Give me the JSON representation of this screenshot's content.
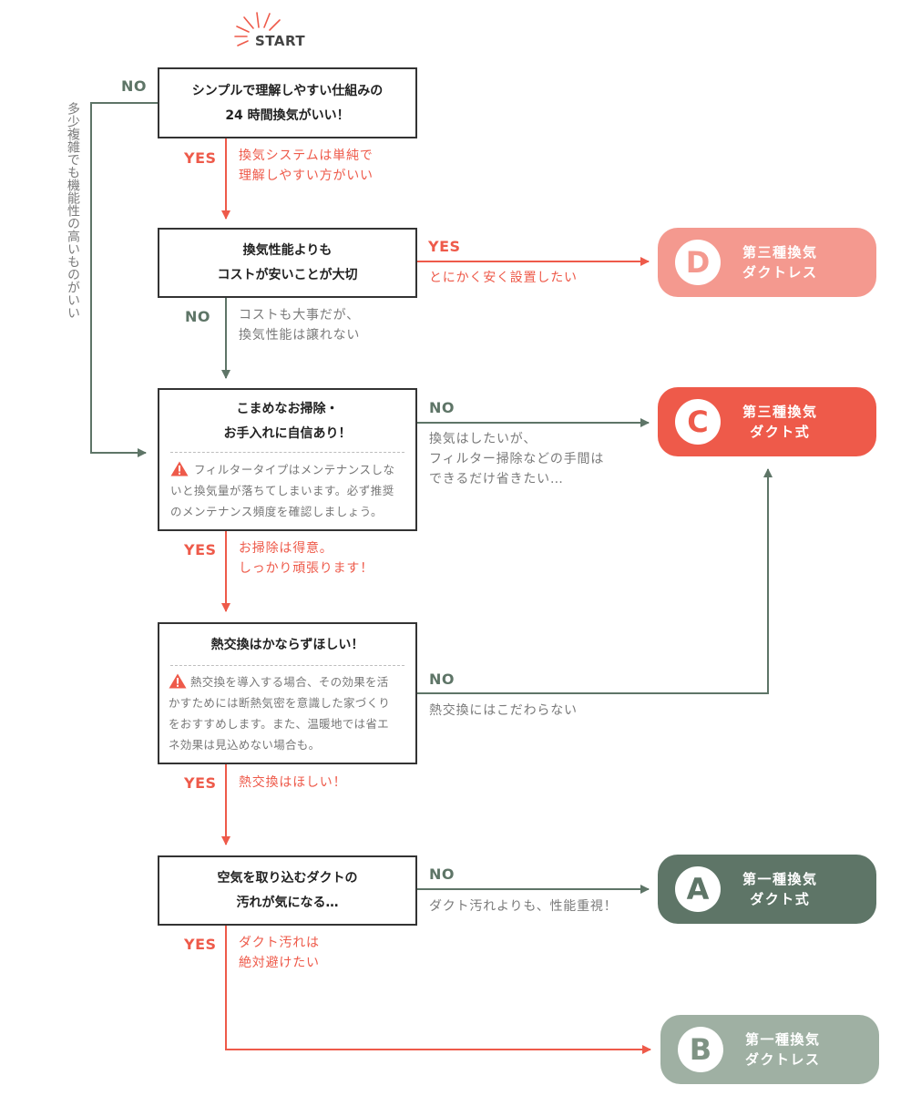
{
  "start_label": "START",
  "colors": {
    "red": "#ee5a4a",
    "green": "#5e7567",
    "dark": "#333333"
  },
  "side_note": "多少複雑でも機能性の高いものがいい",
  "q1": {
    "line1": "シンプルで理解しやすい仕組みの",
    "line2": "24 時間換気がいい！",
    "no_label": "NO",
    "yes_label": "YES",
    "yes_caption_1": "換気システムは単純で",
    "yes_caption_2": "理解しやすい方がいい"
  },
  "q2": {
    "line1": "換気性能よりも",
    "line2": "コストが安いことが大切",
    "yes_label": "YES",
    "yes_caption": "とにかく安く設置したい",
    "no_label": "NO",
    "no_caption_1": "コストも大事だが、",
    "no_caption_2": "換気性能は譲れない"
  },
  "q3": {
    "line1": "こまめなお掃除・",
    "line2": "お手入れに自信あり！",
    "warning_icon": "warning-icon",
    "note_1": "フィルタータイプはメンテナンスしな",
    "note_2": "いと換気量が落ちてしまいます。必ず推奨",
    "note_3": "のメンテナンス頻度を確認しましょう。",
    "no_label": "NO",
    "no_caption_1": "換気はしたいが、",
    "no_caption_2": "フィルター掃除などの手間は",
    "no_caption_3": "できるだけ省きたい…",
    "yes_label": "YES",
    "yes_caption_1": "お掃除は得意。",
    "yes_caption_2": "しっかり頑張ります！"
  },
  "q4": {
    "line1": "熱交換はかならずほしい！",
    "warning_icon": "warning-icon",
    "note_1": "熱交換を導入する場合、その効果を活",
    "note_2": "かすためには断熱気密を意識した家づくり",
    "note_3": "をおすすめします。また、温暖地では省エ",
    "note_4": "ネ効果は見込めない場合も。",
    "no_label": "NO",
    "no_caption": "熱交換にはこだわらない",
    "yes_label": "YES",
    "yes_caption": "熱交換はほしい！"
  },
  "q5": {
    "line1": "空気を取り込むダクトの",
    "line2": "汚れが気になる…",
    "no_label": "NO",
    "no_caption": "ダクト汚れよりも、性能重視！",
    "yes_label": "YES",
    "yes_caption_1": "ダクト汚れは",
    "yes_caption_2": "絶対避けたい"
  },
  "results": {
    "d": {
      "letter": "D",
      "line1": "第三種換気",
      "line2": "ダクトレス",
      "color": "#f4998f"
    },
    "c": {
      "letter": "C",
      "line1": "第三種換気",
      "line2": "ダクト式",
      "color": "#ee5a4a"
    },
    "a": {
      "letter": "A",
      "line1": "第一種換気",
      "line2": "ダクト式",
      "color": "#5e7567"
    },
    "b": {
      "letter": "B",
      "line1": "第一種換気",
      "line2": "ダクトレス",
      "color": "#9fb0a3"
    }
  }
}
